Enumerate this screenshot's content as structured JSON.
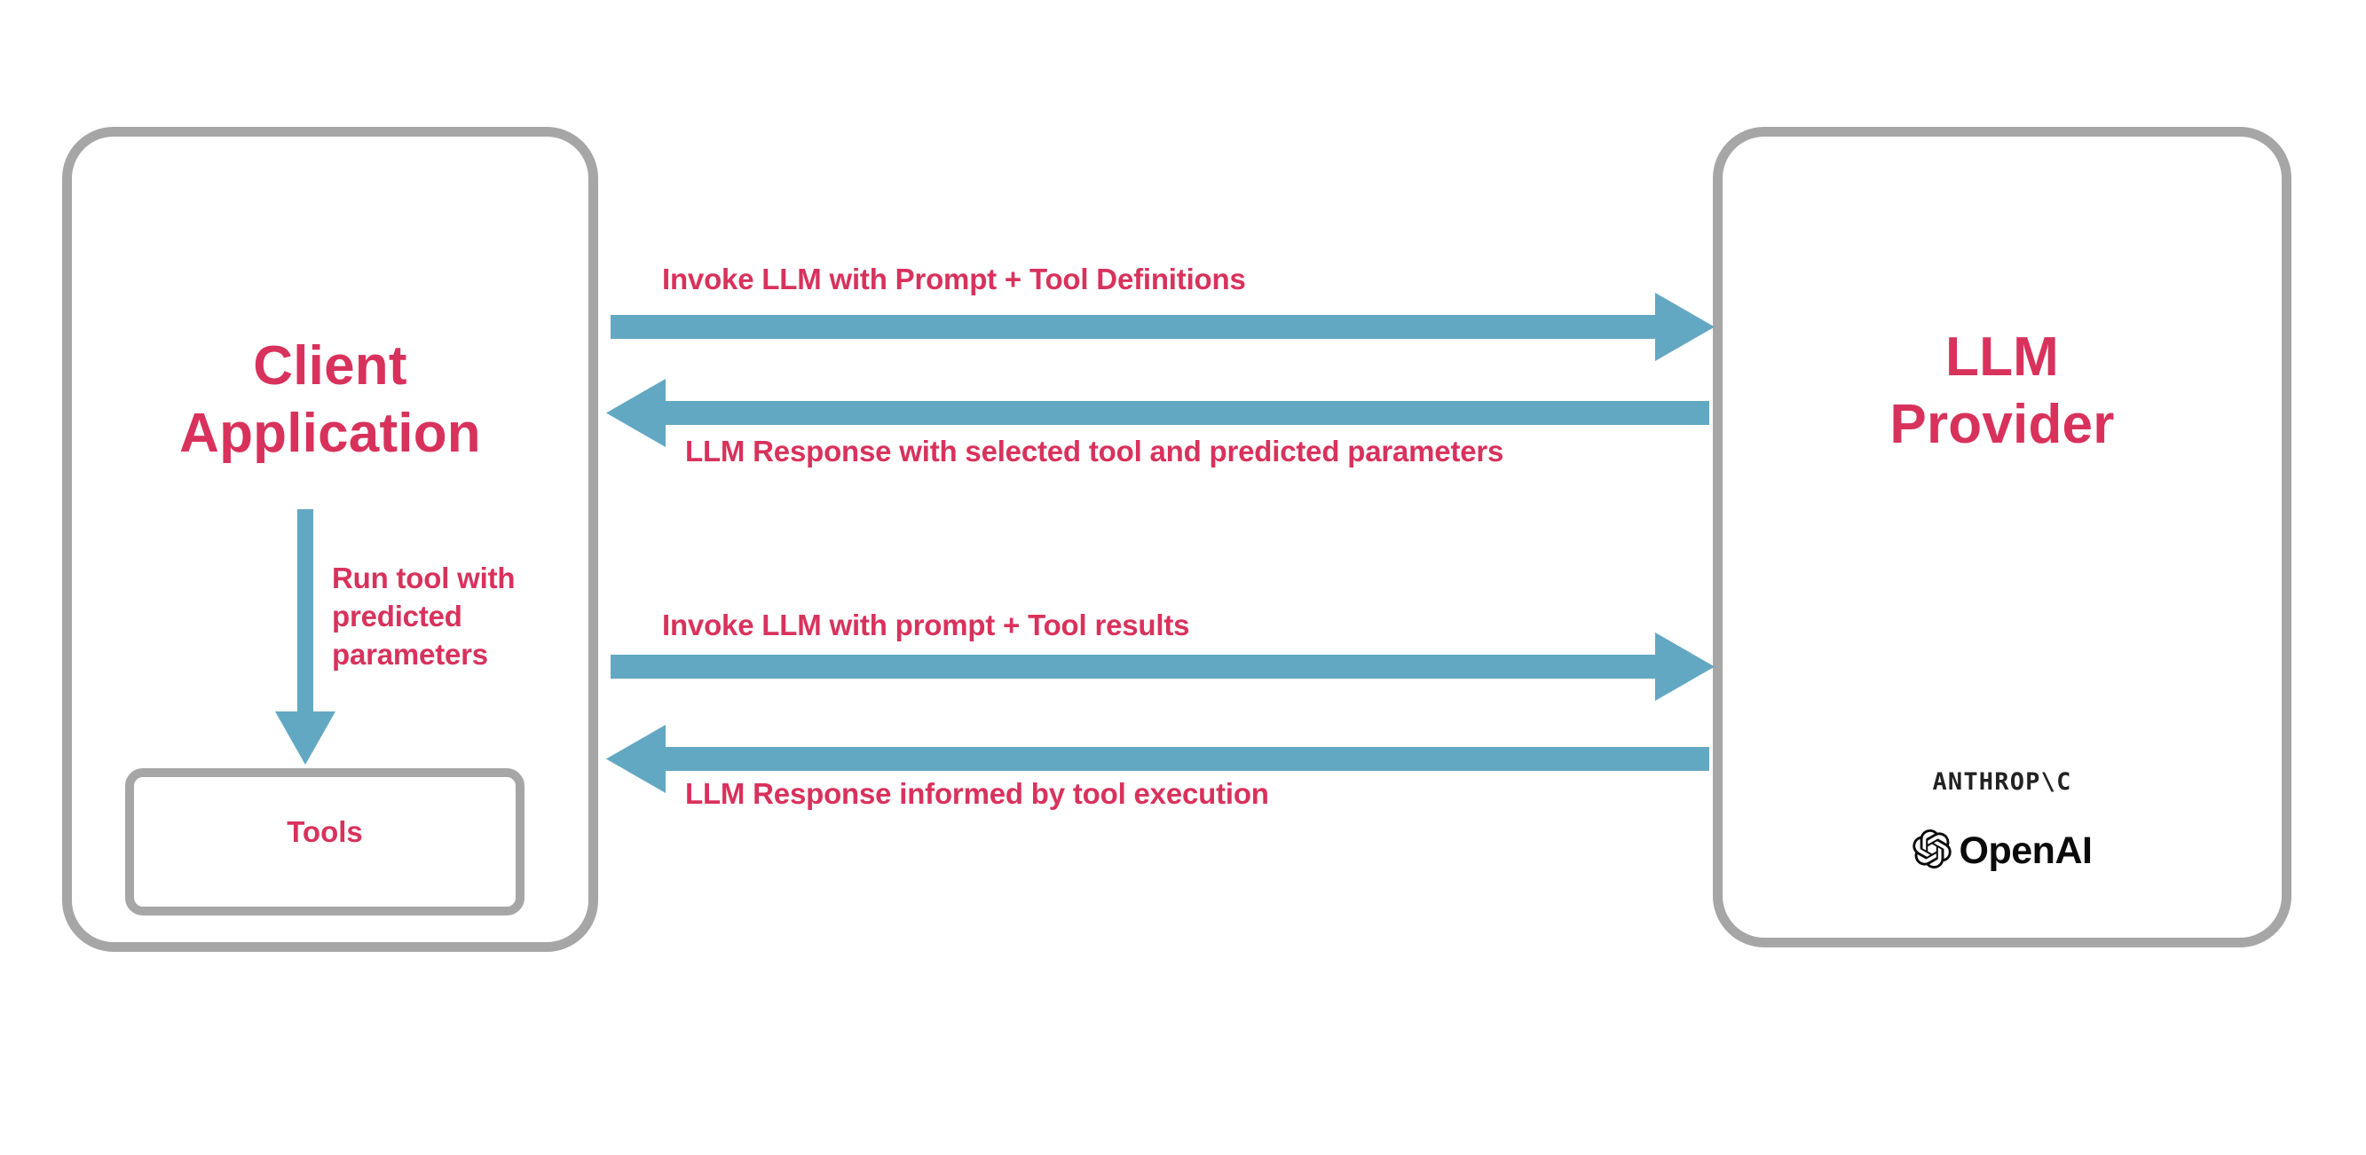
{
  "diagram": {
    "title": "LLM tool-calling interaction flow",
    "colors": {
      "accent_text": "#d8325c",
      "arrow": "#63a8c3",
      "box_border": "#a6a6a6",
      "background": "#ffffff",
      "logo_text": "#111111"
    },
    "nodes": [
      {
        "id": "client",
        "label": "Client\nApplication",
        "label_line_1": "Client",
        "label_line_2": "Application"
      },
      {
        "id": "provider",
        "label": "LLM\nProvider",
        "label_line_1": "LLM",
        "label_line_2": "Provider"
      },
      {
        "id": "tools",
        "label": "Tools"
      }
    ],
    "flows": [
      {
        "id": "flow-1",
        "label": "Invoke LLM with Prompt + Tool Definitions",
        "direction": "right",
        "from": "client",
        "to": "provider"
      },
      {
        "id": "flow-2",
        "label": "LLM Response with selected tool and predicted parameters",
        "direction": "left",
        "from": "provider",
        "to": "client"
      },
      {
        "id": "flow-3",
        "label": "Invoke LLM with prompt + Tool results",
        "direction": "right",
        "from": "client",
        "to": "provider"
      },
      {
        "id": "flow-4",
        "label": "LLM Response informed by tool execution",
        "direction": "left",
        "from": "provider",
        "to": "client"
      },
      {
        "id": "flow-vertical",
        "label": "Run tool with predicted parameters",
        "direction": "down",
        "from": "client",
        "to": "tools"
      }
    ],
    "brands": [
      {
        "id": "anthropic",
        "wordmark": "ANTHROP\\C",
        "icon": "anthropic-wordmark"
      },
      {
        "id": "openai",
        "wordmark": "OpenAI",
        "icon": "openai-logo-icon"
      }
    ]
  }
}
